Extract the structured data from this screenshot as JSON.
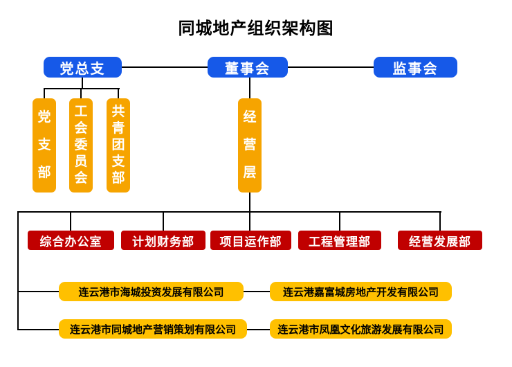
{
  "title": "同城地产组织架构图",
  "colors": {
    "blue": "#1659E8",
    "orange": "#F6A400",
    "red": "#C00000",
    "gold": "#FFC000",
    "line": "#000000"
  },
  "top_row": [
    {
      "label": "党总支"
    },
    {
      "label": "董事会"
    },
    {
      "label": "监事会"
    }
  ],
  "party_branches": [
    {
      "label": "党支部"
    },
    {
      "label": "工会委员会"
    },
    {
      "label": "共青团支部"
    }
  ],
  "management": {
    "label": "经营层"
  },
  "departments": [
    {
      "label": "综合办公室"
    },
    {
      "label": "计划财务部"
    },
    {
      "label": "项目运作部"
    },
    {
      "label": "工程管理部"
    },
    {
      "label": "经营发展部"
    }
  ],
  "companies": [
    {
      "label": "连云港市海城投资发展有限公司"
    },
    {
      "label": "连云港嘉富城房地产开发有限公司"
    },
    {
      "label": "连云港市同城地产营销策划有限公司"
    },
    {
      "label": "连云港市凤凰文化旅游发展有限公司"
    }
  ]
}
